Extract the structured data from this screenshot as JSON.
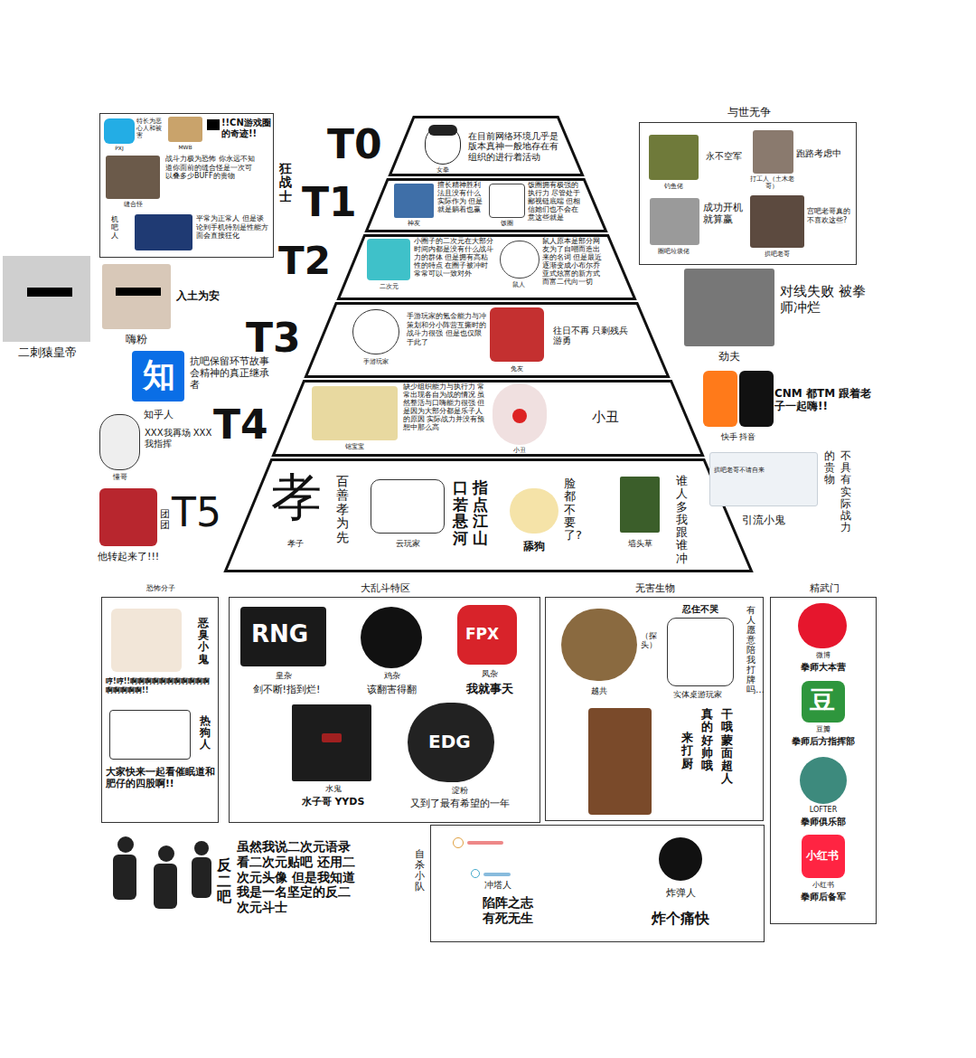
{
  "diagram": {
    "nodes": [
      {
        "text": [
          "狂战士"
        ]
      },
      {
        "text": [
          "PXJ",
          "特长为恶心人和被害"
        ],
        "in": 0
      },
      {
        "text": [
          "MWB",
          "!!CN游戏圈的奇迹!!"
        ],
        "in": 0
      },
      {
        "text": [
          "缝合怪",
          "战斗力极为恐怖 你永远不知道你面前的缝合怪是一次可以叠多少BUFF的贵物"
        ],
        "in": 0
      },
      {
        "text": [
          "机吧人",
          "平常为正常人 但是谈论到手机特别是性能方面会直接狂化"
        ],
        "in": 0
      },
      {
        "text": [
          "与世无争"
        ]
      },
      {
        "text": [
          "钓鱼佬",
          "永不空军"
        ],
        "in": 5
      },
      {
        "text": [
          "打工人（土木老哥）",
          "跑路考虑中"
        ],
        "in": 5
      },
      {
        "text": [
          "圈吧垃圾佬",
          "成功开机就算赢"
        ],
        "in": 5
      },
      {
        "text": [
          "拱吧老哥",
          "宫吧老哥真的不喜欢这些?"
        ],
        "in": 5
      },
      {
        "text": [
          "T0"
        ]
      },
      {
        "text": [
          "女拳",
          "在目前网络环境几乎是版本真神一般地存在有组织的进行着活动"
        ],
        "in": 10
      },
      {
        "text": [
          "T1"
        ]
      },
      {
        "text": [
          "神友",
          "擅长精神胜利法且没有什么实际作为 但是就是躺着也赢"
        ],
        "in": 12
      },
      {
        "text": [
          "饭圈",
          "饭圈拥有极强的执行力 尽管处于鄙视链底端 但相信她们也不会在意这些就是"
        ],
        "in": 12
      },
      {
        "text": [
          "二刺猿皇帝"
        ]
      },
      {
        "text": [
          "嗨粉",
          "入土为安"
        ]
      },
      {
        "text": [
          "T2"
        ]
      },
      {
        "text": [
          "二次元",
          "小圈子的二次元在大部分时间内都是没有什么战斗力的群体 但是拥有高粘性的特点 在圈子被冲时常常可以一致对外"
        ],
        "in": 17
      },
      {
        "text": [
          "鼠人",
          "鼠人原本是部分网友为了自嘲而造出来的名词 但是最近逐渐变成小布尔乔亚式炫富的新方式 而富二代向一切"
        ],
        "in": 17
      },
      {
        "text": [
          "劲夫",
          "对线失败 被拳师冲烂"
        ]
      },
      {
        "text": [
          "T3"
        ]
      },
      {
        "text": [
          "手游玩家",
          "手游玩家的氪金能力与冲策划和分小阵营互撕时的战斗力很强 但是也仅限于此了"
        ],
        "in": 21
      },
      {
        "text": [
          "兔友",
          "往日不再 只剩残兵游勇"
        ],
        "in": 21
      },
      {
        "text": [
          "知乎人",
          "抗吧保留环节故事会精神的真正继承者"
        ]
      },
      {
        "text": [
          "T4"
        ]
      },
      {
        "text": [
          "铠宝宝",
          "缺少组织能力与执行力 常常出现各自为战的情况 虽然整活与口嗨能力很强 但是因为大部分都是乐子人的原因 实际战力并没有预想中那么高"
        ],
        "in": 25
      },
      {
        "text": [
          "小丑",
          "小丑"
        ],
        "in": 25
      },
      {
        "text": [
          "快手 抖音",
          "CNM 都TM 跟着老子一起嗨!!"
        ]
      },
      {
        "text": [
          "懂哥",
          "XXX我再场 XXX我指挥"
        ]
      },
      {
        "text": [
          "T5"
        ]
      },
      {
        "text": [
          "孝",
          "百善孝为先",
          "孝子"
        ],
        "in": 30
      },
      {
        "text": [
          "指点江山",
          "口若悬河",
          "云玩家"
        ],
        "in": 30
      },
      {
        "text": [
          "脸都不要了?",
          "舔狗"
        ],
        "in": 30
      },
      {
        "text": [
          "谁人多我跟谁冲",
          "墙头草"
        ],
        "in": 30
      },
      {
        "text": [
          "拱吧老哥不请自来",
          "引流小鬼",
          "不具有实际战力",
          "的贵物"
        ]
      },
      {
        "text": [
          "团团",
          "他转起来了!!!"
        ]
      },
      {
        "text": [
          "恐怖分子"
        ]
      },
      {
        "text": [
          "恶臭小鬼",
          "哼!哼!!啊啊啊啊啊啊啊啊啊啊啊啊啊啊啊啊!!"
        ],
        "in": 37
      },
      {
        "text": [
          "热狗人",
          "大家快来一起看催眠道和肥仔的四股啊!!"
        ],
        "in": 37
      },
      {
        "text": [
          "大乱斗特区"
        ]
      },
      {
        "text": [
          "皇杂",
          "剑不断!指到烂!"
        ],
        "in": 40
      },
      {
        "text": [
          "鸡杂",
          "该翻害得翻"
        ],
        "in": 40
      },
      {
        "text": [
          "凤杂",
          "我就事天"
        ],
        "in": 40
      },
      {
        "text": [
          "水鬼",
          "水子哥 YYDS"
        ],
        "in": 40
      },
      {
        "text": [
          "淀粉",
          "又到了最有希望的一年"
        ],
        "in": 40
      },
      {
        "text": [
          "无害生物"
        ]
      },
      {
        "text": [
          "（探头）",
          "越共"
        ],
        "in": 46
      },
      {
        "text": [
          "忍住不哭",
          "实体桌游玩家",
          "有人愿意陪我打牌吗…"
        ],
        "in": 46
      },
      {
        "text": [
          "干哦 蒙面超人",
          "真的好帅哦",
          "来打厨"
        ],
        "in": 46
      },
      {
        "text": [
          "精武门"
        ]
      },
      {
        "text": [
          "微博",
          "拳师大本营"
        ],
        "in": 50
      },
      {
        "text": [
          "豆瓣",
          "拳师后方指挥部"
        ],
        "in": 50
      },
      {
        "text": [
          "LOFTER",
          "拳师俱乐部"
        ],
        "in": 50
      },
      {
        "text": [
          "小红书",
          "拳师后备军"
        ],
        "in": 50
      },
      {
        "text": [
          "反二吧",
          "虽然我说二次元语录 看二次元贴吧 还用二次元头像 但是我知道我是一名坚定的反二次元斗士"
        ]
      },
      {
        "text": [
          "自杀小队"
        ]
      },
      {
        "text": [
          "冲塔人",
          "陷阵之志 有死无生"
        ],
        "in": 56
      },
      {
        "text": [
          "炸弹人",
          "炸个痛快"
        ],
        "in": 56
      }
    ],
    "labels": [
      "知",
      "RNG",
      "FPX",
      "EDG",
      "豆",
      "小红书"
    ]
  }
}
